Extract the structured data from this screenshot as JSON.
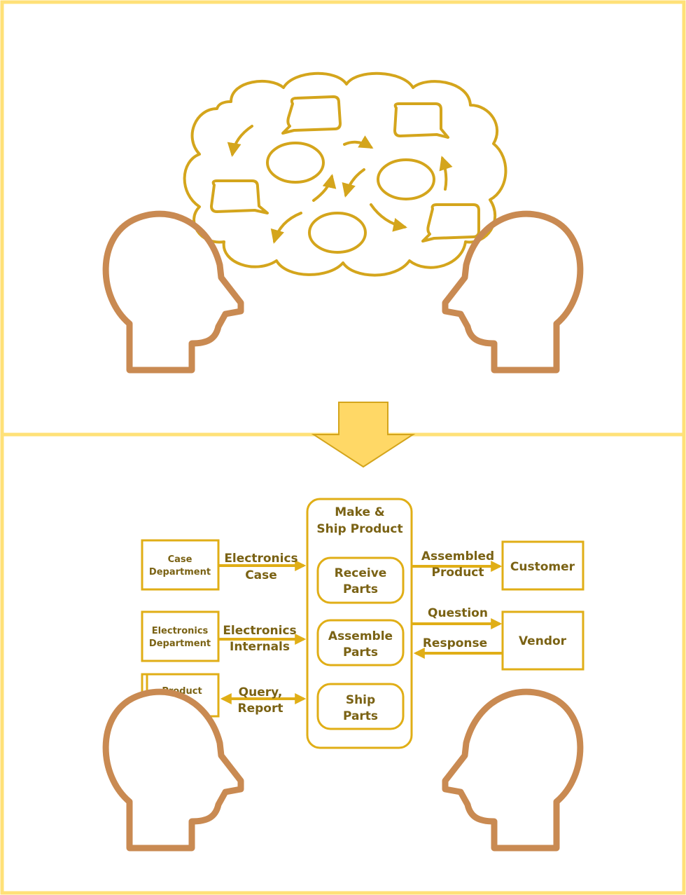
{
  "colors": {
    "frame": "#ffe178",
    "gold": "#d9a81a",
    "cloud": "#d4a51c",
    "head": "#c98a52",
    "arrow_fill": "#ffd866",
    "text": "#7a6214"
  },
  "diagram": {
    "center_process": {
      "title_line1": "Make &",
      "title_line2": "Ship Product"
    },
    "subprocesses": [
      {
        "line1": "Receive",
        "line2": "Parts"
      },
      {
        "line1": "Assemble",
        "line2": "Parts"
      },
      {
        "line1": "Ship",
        "line2": "Parts"
      }
    ],
    "left_entities": [
      {
        "line1": "Case",
        "line2": "Department"
      },
      {
        "line1": "Electronics",
        "line2": "Department"
      },
      {
        "line1": "Product",
        "line2": ""
      }
    ],
    "left_flows": [
      {
        "line1": "Electronics",
        "line2": "Case"
      },
      {
        "line1": "Electronics",
        "line2": "Internals"
      },
      {
        "line1": "Query,",
        "line2": "Report"
      }
    ],
    "right_entities": [
      {
        "label": "Customer"
      },
      {
        "label": "Vendor"
      }
    ],
    "right_flows": [
      {
        "line1": "Assembled",
        "line2": "Product"
      },
      {
        "line1": "Question",
        "line2": ""
      },
      {
        "line1": "Response",
        "line2": ""
      }
    ]
  },
  "icons": {
    "top_left_head": "head-profile-right-icon",
    "top_right_head": "head-profile-left-icon",
    "thought_cloud": "thought-cloud-icon",
    "transition_arrow": "down-arrow-icon",
    "bottom_left_head": "head-profile-right-icon",
    "bottom_right_head": "head-profile-left-icon"
  }
}
